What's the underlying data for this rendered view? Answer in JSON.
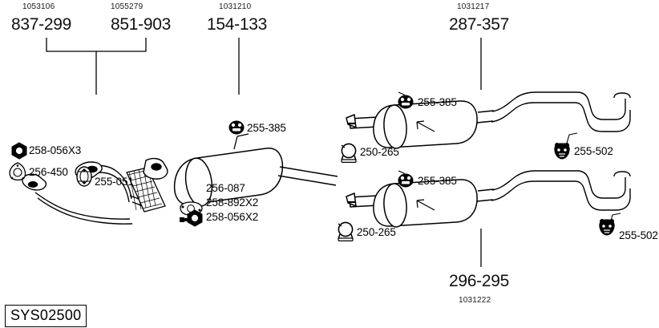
{
  "diagram": {
    "system_code": "SYS02500",
    "title_numbers": [
      {
        "id": "n1",
        "ref": "1053106",
        "number": "837-299"
      },
      {
        "id": "n2",
        "ref": "1055279",
        "number": "851-903"
      },
      {
        "id": "n3",
        "ref": "1031210",
        "number": "154-133"
      },
      {
        "id": "n4",
        "ref": "1031217",
        "number": "287-357"
      },
      {
        "id": "n5",
        "ref": "1031222",
        "number": "296-295"
      }
    ],
    "callouts": [
      {
        "id": "c1",
        "number": "258-056X3",
        "icon": "hex-nut-icon"
      },
      {
        "id": "c2",
        "number": "256-450",
        "icon": "triangular-gasket-icon"
      },
      {
        "id": "c3",
        "number": "255-051",
        "icon": "oval-mount-icon"
      },
      {
        "id": "c4",
        "number": "255-385",
        "icon": "rubber-hanger-icon"
      },
      {
        "id": "c5",
        "number": "256-087",
        "icon": "oval-gasket-icon"
      },
      {
        "id": "c6",
        "number": "258-892X2",
        "icon": "stud-bolt-icon"
      },
      {
        "id": "c7",
        "number": "258-056X2",
        "icon": "hex-nut-icon"
      },
      {
        "id": "c8",
        "number": "255-385",
        "icon": "rubber-hanger-icon"
      },
      {
        "id": "c9",
        "number": "250-265",
        "icon": "pipe-clamp-icon"
      },
      {
        "id": "c10",
        "number": "255-502",
        "icon": "rubber-mount-icon"
      },
      {
        "id": "c11",
        "number": "255-385",
        "icon": "rubber-hanger-icon"
      },
      {
        "id": "c12",
        "number": "250-265",
        "icon": "pipe-clamp-icon"
      },
      {
        "id": "c13",
        "number": "255-502",
        "icon": "rubber-mount-icon"
      }
    ],
    "colors": {
      "line": "#000000",
      "background": "#ffffff",
      "text": "#000000"
    }
  }
}
